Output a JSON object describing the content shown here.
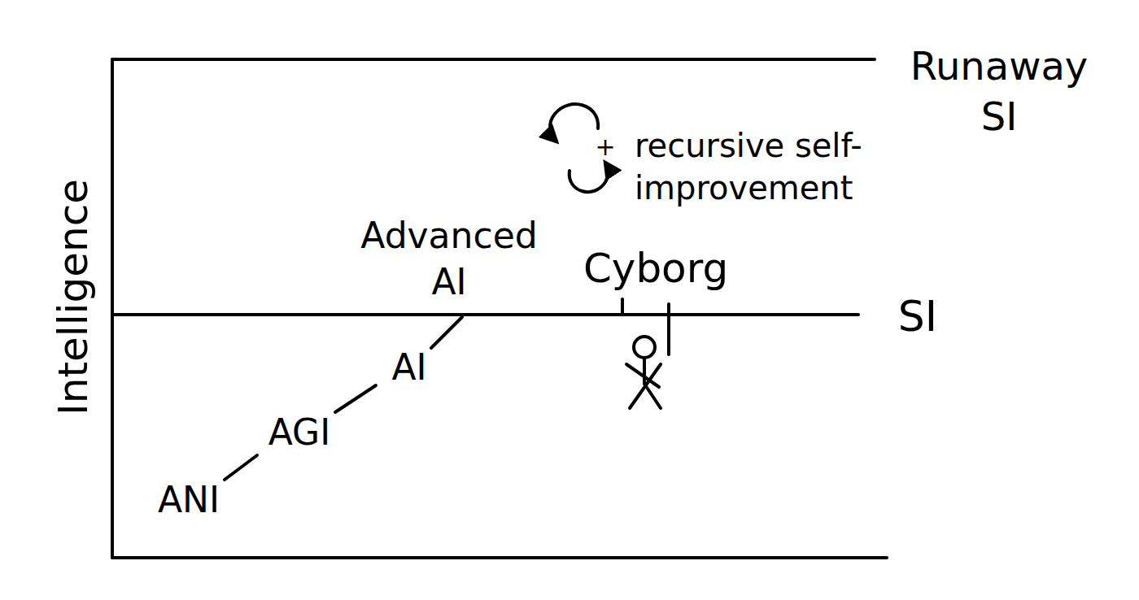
{
  "diagram": {
    "labels": [
      "Runaway SI",
      "+",
      "recursive self-improvement",
      "Intelligence",
      "Advanced AI",
      "Cyborg",
      "SI",
      "AI",
      "AGI",
      "ANI"
    ]
  }
}
